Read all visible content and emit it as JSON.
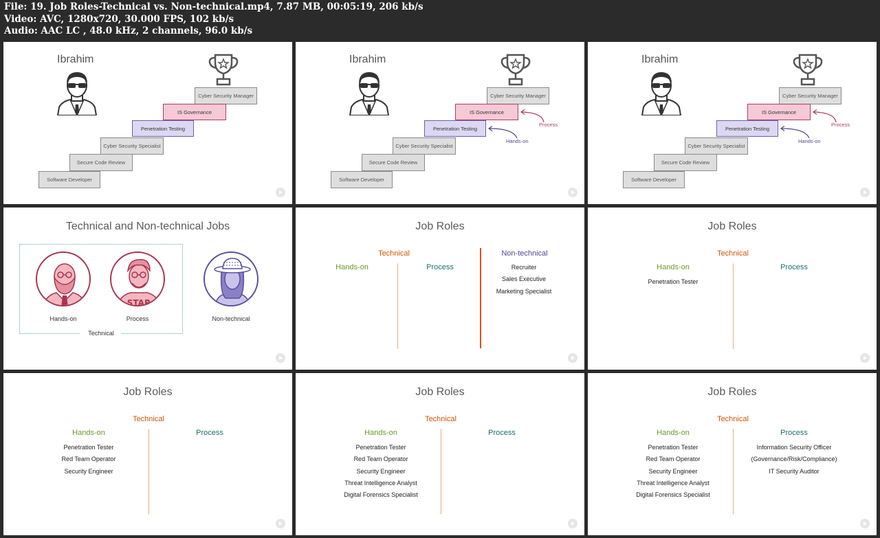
{
  "header": {
    "file_line": "File: 19. Job Roles-Technical vs. Non-technical.mp4, 7.87 MB, 00:05:19, 206 kb/s",
    "video_line": "Video: AVC, 1280x720, 30.000 FPS, 102 kb/s",
    "audio_line": "Audio: AAC LC , 48.0 kHz, 2 channels, 96.0 kb/s"
  },
  "stairs": {
    "name": "Ibrahim",
    "steps": {
      "manager": "Cyber Security Manager",
      "governance": "IS Governance",
      "pentest": "Penetration Testing",
      "specialist": "Cyber Security Specialist",
      "review": "Secure Code Review",
      "developer": "Software Developer"
    },
    "annotations": {
      "process": "Process",
      "hands_on": "Hands-on"
    }
  },
  "tech_slide": {
    "title": "Technical and Non-technical Jobs",
    "hands_on": "Hands-on",
    "process": "Process",
    "non_technical": "Non-technical",
    "technical": "Technical",
    "badge": "STAR"
  },
  "roles": {
    "title": "Job Roles",
    "technical": "Technical",
    "hands_on": "Hands-on",
    "process": "Process",
    "non_technical": "Non-technical",
    "non_technical_roles": [
      "Recruiter",
      "Sales Executive",
      "Marketing Specialist"
    ],
    "hands_on_roles": [
      "Penetration Tester",
      "Red Team Operator",
      "Security Engineer",
      "Threat Intelligence Analyst",
      "Digital Forensics Specialist"
    ],
    "process_roles": [
      "Information Security Officer",
      "(Governance/Risk/Compliance)",
      "IT Security Auditor"
    ]
  },
  "colors": {
    "background": "#2b2b2b",
    "technical": "#d35400",
    "hands_on": "#6a9a2a",
    "process": "#1a6e6e",
    "non_technical": "#4e4591",
    "governance": "#b23a62"
  }
}
